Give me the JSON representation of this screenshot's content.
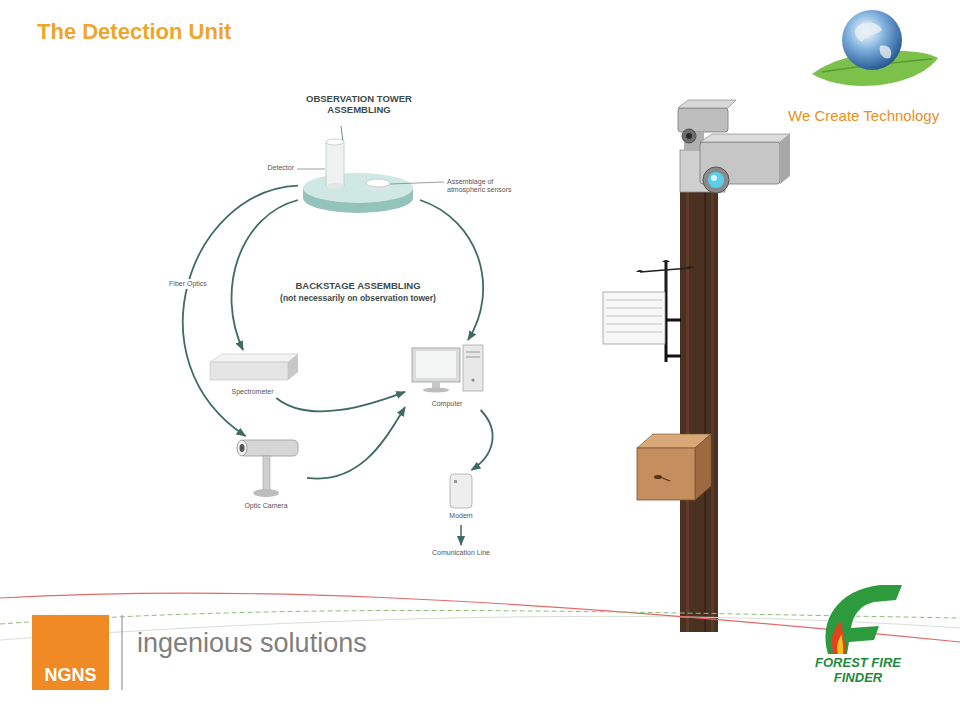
{
  "diagram": {
    "title": "The Detection Unit",
    "nodes": [
      {
        "text": [
          "OBSERVATION TOWER ASSEMBLING"
        ]
      },
      {
        "text": [
          "Spectrometer"
        ]
      },
      {
        "text": [
          "Computer"
        ]
      },
      {
        "text": [
          "Optic Camera"
        ]
      },
      {
        "text": [
          "Modem"
        ]
      },
      {
        "text": [
          "NGNS"
        ]
      }
    ],
    "edges": [
      {
        "from": 0,
        "to": 3,
        "label": "Fiber Optics",
        "arrow": "to"
      },
      {
        "from": 0,
        "to": 1,
        "arrow": "to"
      },
      {
        "from": 0,
        "to": 2,
        "arrow": "to"
      },
      {
        "from": 1,
        "to": 2,
        "arrow": "to"
      },
      {
        "from": 3,
        "to": 2,
        "arrow": "to"
      },
      {
        "from": 2,
        "to": 4,
        "arrow": "to"
      }
    ],
    "labels": [
      "Detector",
      "Assemblage of atmospheric sensors",
      "BACKSTAGE ASSEMBLING",
      "(not necessarily on observation tower)",
      "Comunication Line",
      "We Create Technology",
      "ingenious solutions",
      "FOREST FIRE FINDER"
    ]
  }
}
